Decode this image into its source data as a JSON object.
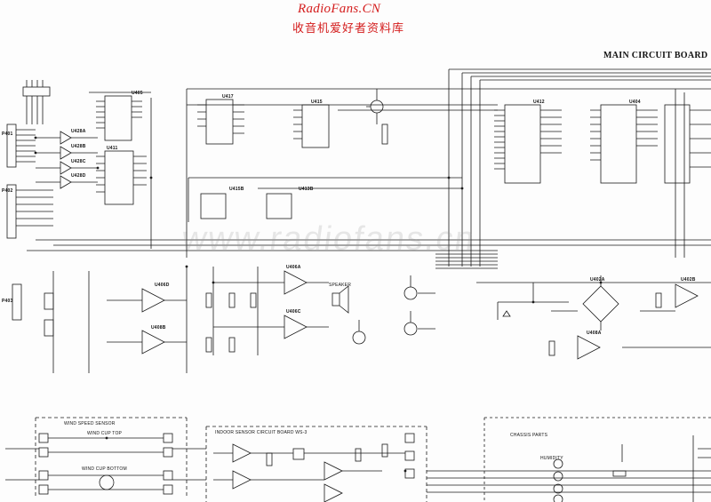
{
  "header": {
    "watermark_logo_en": "RadioFans.CN",
    "watermark_logo_cn": "收音机爱好者资料库",
    "center_watermark": "www.radiofans.cn"
  },
  "schematic": {
    "title": "MAIN CIRCUIT BOARD",
    "sections": {
      "wind_speed_sensor": "WIND SPEED SENSOR",
      "wind_cup_top": "WIND CUP TOP",
      "wind_cup_bottom": "WIND CUP BOTTOM",
      "indoor_sensor_board": "INDOOR SENSOR CIRCUIT BOARD WS-3",
      "chassis_parts": "CHASSIS PARTS",
      "humidity": "HUMIDITY",
      "speaker": "SPEAKER"
    },
    "ic_labels": [
      "U417",
      "U411",
      "U415",
      "U405",
      "U412",
      "U413B",
      "U415B",
      "U406A",
      "U406C",
      "U406D",
      "U402A",
      "U402B",
      "U404",
      "U408A",
      "U408B",
      "U428A",
      "U428B",
      "U428C",
      "U428D"
    ],
    "connectors": [
      "P401",
      "P402",
      "P403"
    ]
  },
  "colors": {
    "ink": "#1a1a1a",
    "watermark_red": "#d41d1d",
    "paper": "#fdfdfd"
  }
}
